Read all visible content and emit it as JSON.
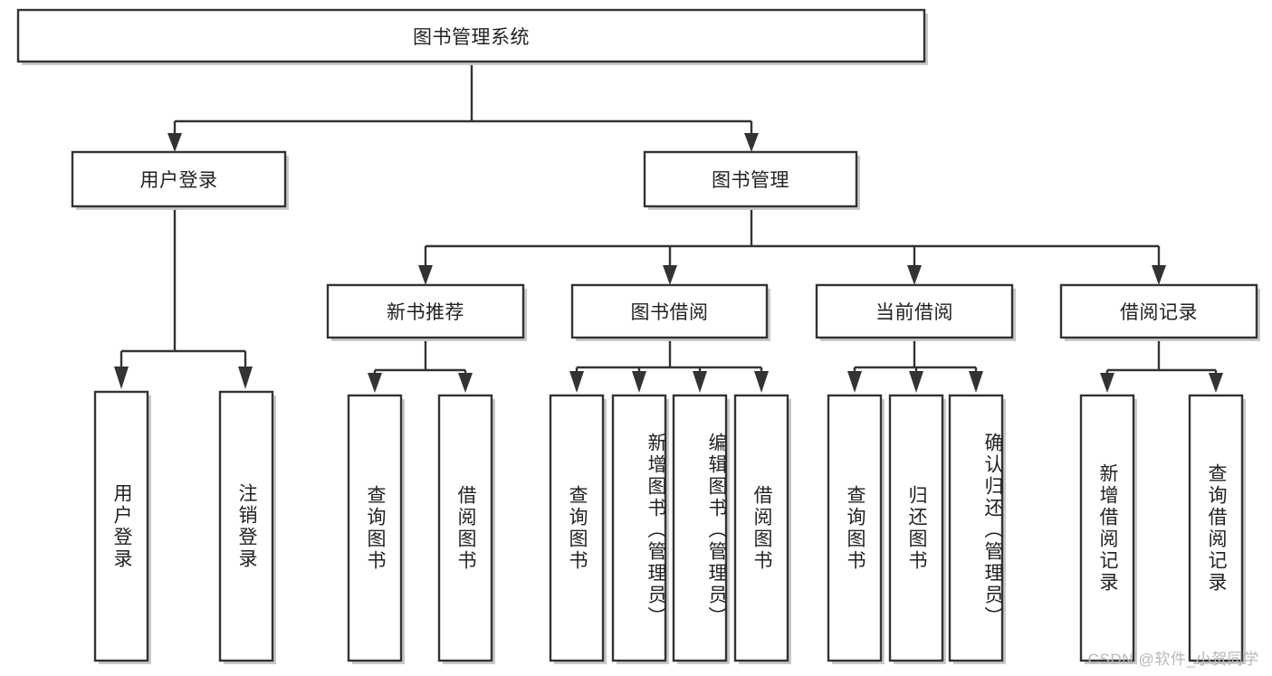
{
  "diagram": {
    "type": "tree",
    "title": "图书管理系统",
    "orientation": "top-down",
    "colors": {
      "stroke": "#333333",
      "fill": "#ffffff",
      "text": "#222222",
      "shadow": "#c9c9c9",
      "watermark": "#b8b8b8",
      "background": "#ffffff"
    },
    "root": {
      "id": "root",
      "label": "图书管理系统",
      "text_direction": "horizontal"
    },
    "level2": [
      {
        "id": "user-login",
        "label": "用户登录",
        "text_direction": "horizontal"
      },
      {
        "id": "book-manage",
        "label": "图书管理",
        "text_direction": "horizontal"
      }
    ],
    "level3": [
      {
        "id": "new-book-recommend",
        "label": "新书推荐",
        "text_direction": "horizontal",
        "parent": "book-manage"
      },
      {
        "id": "book-borrow",
        "label": "图书借阅",
        "text_direction": "horizontal",
        "parent": "book-manage"
      },
      {
        "id": "current-borrow",
        "label": "当前借阅",
        "text_direction": "horizontal",
        "parent": "book-manage"
      },
      {
        "id": "borrow-record",
        "label": "借阅记录",
        "text_direction": "horizontal",
        "parent": "book-manage"
      }
    ],
    "leaves": [
      {
        "id": "leaf-user-login",
        "label": "用户登录",
        "parent": "user-login",
        "text_direction": "vertical"
      },
      {
        "id": "leaf-user-logout",
        "label": "注销登录",
        "parent": "user-login",
        "text_direction": "vertical"
      },
      {
        "id": "leaf-query-book-1",
        "label": "查询图书",
        "parent": "new-book-recommend",
        "text_direction": "vertical"
      },
      {
        "id": "leaf-borrow-book-1",
        "label": "借阅图书",
        "parent": "new-book-recommend",
        "text_direction": "vertical"
      },
      {
        "id": "leaf-query-book-2",
        "label": "查询图书",
        "parent": "book-borrow",
        "text_direction": "vertical"
      },
      {
        "id": "leaf-add-book",
        "label": "新增图书（管理员）",
        "parent": "book-borrow",
        "text_direction": "vertical"
      },
      {
        "id": "leaf-edit-book",
        "label": "编辑图书（管理员）",
        "parent": "book-borrow",
        "text_direction": "vertical"
      },
      {
        "id": "leaf-borrow-book-2",
        "label": "借阅图书",
        "parent": "book-borrow",
        "text_direction": "vertical"
      },
      {
        "id": "leaf-query-book-3",
        "label": "查询图书",
        "parent": "current-borrow",
        "text_direction": "vertical"
      },
      {
        "id": "leaf-return-book",
        "label": "归还图书",
        "parent": "current-borrow",
        "text_direction": "vertical"
      },
      {
        "id": "leaf-confirm-return",
        "label": "确认归还（管理员）",
        "parent": "current-borrow",
        "text_direction": "vertical"
      },
      {
        "id": "leaf-add-record",
        "label": "新增借阅记录",
        "parent": "borrow-record",
        "text_direction": "vertical"
      },
      {
        "id": "leaf-query-record",
        "label": "查询借阅记录",
        "parent": "borrow-record",
        "text_direction": "vertical"
      }
    ]
  },
  "watermark": {
    "text": "CSDN @软件_小贺同学"
  }
}
